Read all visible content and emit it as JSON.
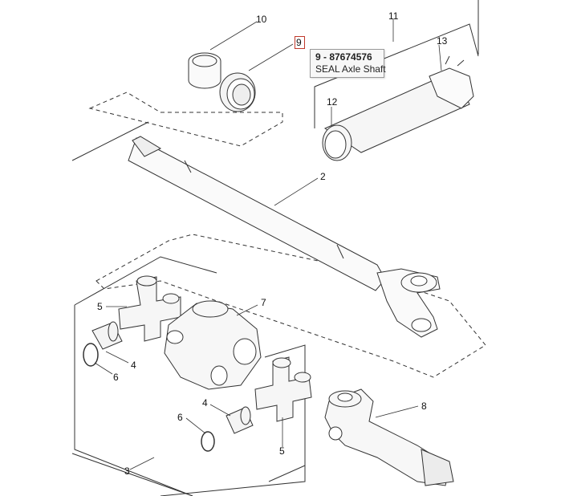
{
  "callouts": [
    {
      "id": "10",
      "label": "10"
    },
    {
      "id": "11",
      "label": "11"
    },
    {
      "id": "13",
      "label": "13"
    },
    {
      "id": "9",
      "label": "9"
    },
    {
      "id": "12",
      "label": "12"
    },
    {
      "id": "2",
      "label": "2"
    },
    {
      "id": "5a",
      "label": "5"
    },
    {
      "id": "7",
      "label": "7"
    },
    {
      "id": "4a",
      "label": "4"
    },
    {
      "id": "6a",
      "label": "6"
    },
    {
      "id": "4b",
      "label": "4"
    },
    {
      "id": "6b",
      "label": "6"
    },
    {
      "id": "8",
      "label": "8"
    },
    {
      "id": "5b",
      "label": "5"
    },
    {
      "id": "3",
      "label": "3"
    }
  ],
  "tooltip": {
    "part_ref": "9 - 87674576",
    "description": "SEAL Axle Shaft"
  }
}
